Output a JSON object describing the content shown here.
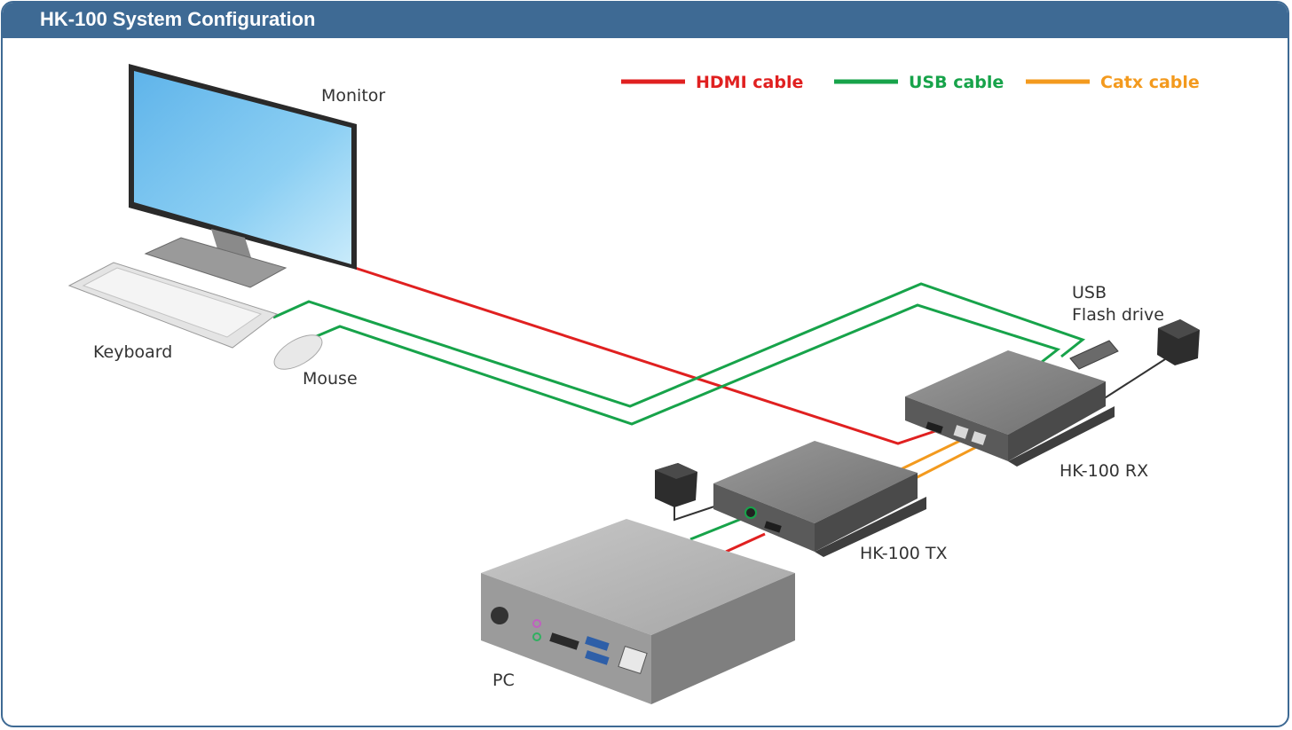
{
  "header": {
    "title": "HK-100 System Configuration"
  },
  "legend": [
    {
      "label": "HDMI cable",
      "color": "#e02020"
    },
    {
      "label": "USB cable",
      "color": "#17a34a"
    },
    {
      "label": "Catx cable",
      "color": "#f39a1e"
    }
  ],
  "labels": {
    "monitor": "Monitor",
    "keyboard": "Keyboard",
    "mouse": "Mouse",
    "usb_line1": "USB",
    "usb_line2": "Flash drive",
    "rx": "HK-100 RX",
    "tx": "HK-100 TX",
    "pc": "PC"
  },
  "colors": {
    "header": "#3e6a94",
    "hdmi": "#e02020",
    "usb": "#17a34a",
    "catx": "#f39a1e"
  }
}
